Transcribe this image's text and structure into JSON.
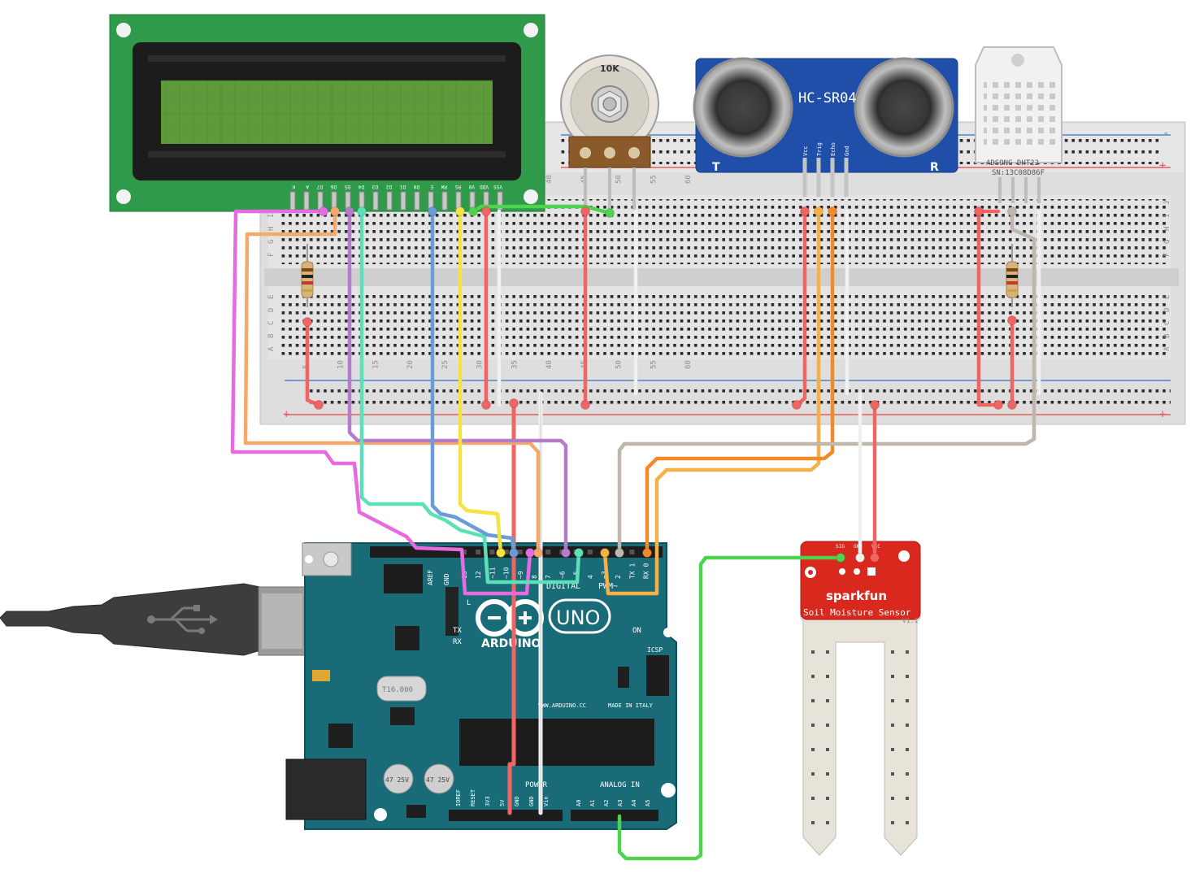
{
  "potentiometer": {
    "value_label": "10K"
  },
  "ultrasonic": {
    "model": "HC-SR04",
    "left_mark": "T",
    "right_mark": "R",
    "pins": [
      "Vcc",
      "Trig",
      "Echo",
      "Gnd"
    ]
  },
  "dht": {
    "line1": "ADSONG DHT22",
    "line2": "SN:13C08D86F"
  },
  "breadboard": {
    "column_numbers": [
      "5",
      "10",
      "15",
      "20",
      "25",
      "30",
      "35",
      "40",
      "45",
      "50",
      "55",
      "60"
    ],
    "top_rows": [
      "J",
      "I",
      "H",
      "G",
      "F"
    ],
    "bottom_rows": [
      "E",
      "D",
      "C",
      "B",
      "A"
    ],
    "rail_minus": "-",
    "rail_plus": "+"
  },
  "lcd": {
    "pins": [
      "K",
      "A",
      "D7",
      "D6",
      "D5",
      "D4",
      "D3",
      "D2",
      "D1",
      "D0",
      "E",
      "RW",
      "RS",
      "V0",
      "VDD",
      "VSS"
    ]
  },
  "arduino": {
    "model": "UNO",
    "brand": "ARDUINO",
    "digital_label": "DIGITAL",
    "pwm_label": "PWM~",
    "power_label": "POWER",
    "analog_label": "ANALOG IN",
    "on_label": "ON",
    "tx_label": "TX",
    "rx_label": "RX",
    "icsp_label": "ICSP",
    "aref_label": "AREF",
    "gnd_label": "GND",
    "l_label": "L",
    "crystal_label": "T16.000",
    "website": "WWW.ARDUINO.CC",
    "made_in": "MADE IN ITALY",
    "cap_label": "47 25V",
    "digital_pins": [
      "13",
      "12",
      "~11",
      "~10",
      "~9",
      "8",
      "7",
      "~6",
      "~5",
      "4",
      "~3",
      "2",
      "TX 1",
      "RX 0"
    ],
    "power_pins": [
      "IOREF",
      "RESET",
      "3V3",
      "5V",
      "GND",
      "GND",
      "Vin"
    ],
    "analog_pins": [
      "A0",
      "A1",
      "A2",
      "A3",
      "A4",
      "A5"
    ]
  },
  "soil_sensor": {
    "brand": "sparkfun",
    "title": "Soil Moisture Sensor",
    "version": "V1.1",
    "pins": [
      "SIG",
      "GND",
      "VCC"
    ]
  },
  "colors": {
    "breadboard": "#e2e2e2",
    "lcd_pcb": "#2e9a4a",
    "lcd_screen": "#5d9b3a",
    "arduino": "#1a6b78",
    "soil_pcb": "#d9281e",
    "sonar_pcb": "#1f4fa8"
  }
}
